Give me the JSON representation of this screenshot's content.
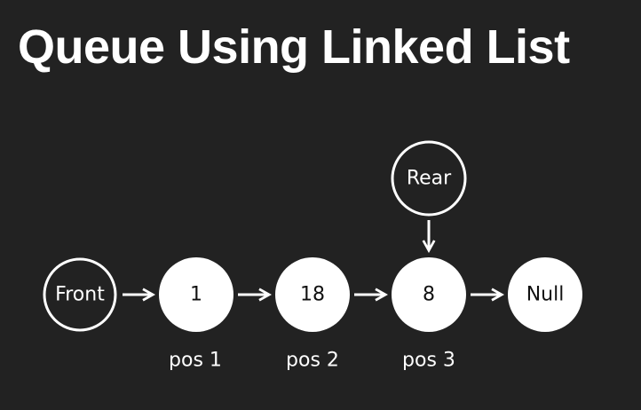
{
  "title": "Queue Using Linked List",
  "colors": {
    "background": "#222222",
    "foreground": "#ffffff",
    "node_text": "#111111"
  },
  "pointers": {
    "front": "Front",
    "rear": "Rear"
  },
  "nodes": [
    {
      "value": "1",
      "position_label": "pos 1"
    },
    {
      "value": "18",
      "position_label": "pos 2"
    },
    {
      "value": "8",
      "position_label": "pos 3"
    },
    {
      "value": "Null",
      "position_label": ""
    }
  ]
}
